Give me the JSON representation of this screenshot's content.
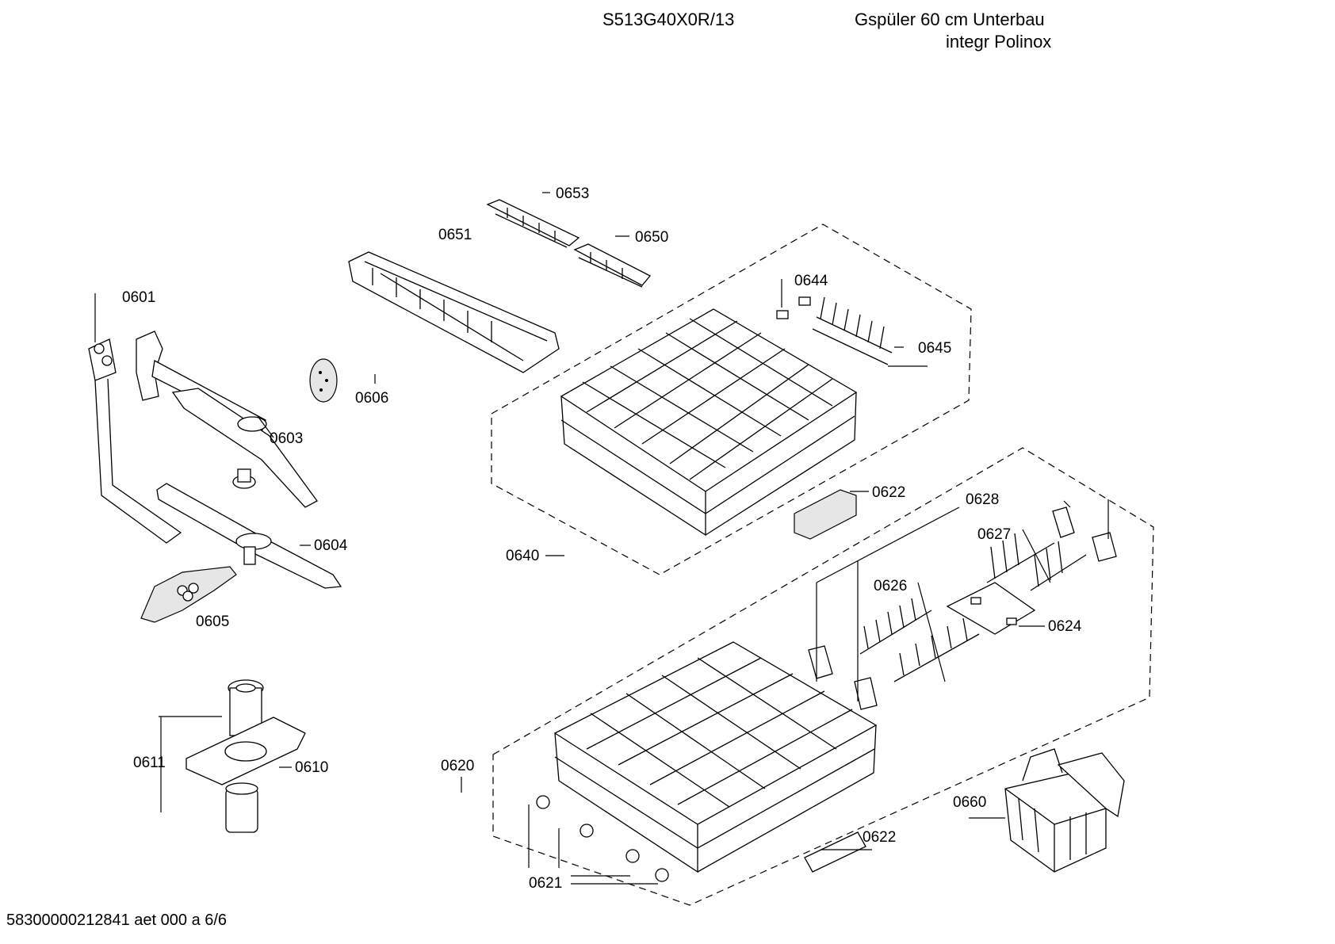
{
  "header": {
    "model": "S513G40X0R/13",
    "description_line1": "Gspüler 60 cm Unterbau",
    "description_line2": "integr Polinox"
  },
  "footer": "58300000212841 aet 000 a 6/6",
  "part_labels": {
    "p0601": "0601",
    "p0603": "0603",
    "p0604": "0604",
    "p0605": "0605",
    "p0606": "0606",
    "p0610": "0610",
    "p0611": "0611",
    "p0620": "0620",
    "p0621": "0621",
    "p0622a": "0622",
    "p0622b": "0622",
    "p0624": "0624",
    "p0626": "0626",
    "p0627": "0627",
    "p0628": "0628",
    "p0640": "0640",
    "p0644": "0644",
    "p0645": "0645",
    "p0650": "0650",
    "p0651": "0651",
    "p0653": "0653",
    "p0660": "0660"
  }
}
